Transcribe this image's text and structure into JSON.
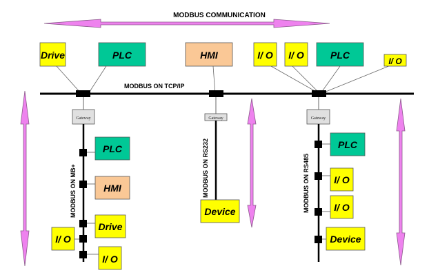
{
  "diagram": {
    "title": "MODBUS COMMUNICATION",
    "backbone_label": "MODBUS ON TCP/IP",
    "colors": {
      "io_drive_device": "#ffff00",
      "plc": "#00c896",
      "hmi": "#fac896",
      "arrow": "#ee82ee",
      "gateway": "#e0e0e0"
    },
    "top_devices": [
      {
        "label": "Drive",
        "type": "yellow"
      },
      {
        "label": "PLC",
        "type": "plc"
      },
      {
        "label": "HMI",
        "type": "hmi"
      },
      {
        "label": "I/ O",
        "type": "yellow"
      },
      {
        "label": "I/ O",
        "type": "yellow"
      },
      {
        "label": "PLC",
        "type": "plc"
      },
      {
        "label": "I/ O",
        "type": "yellow"
      }
    ],
    "gateway_label": "Gateway",
    "branches": [
      {
        "label": "MODBUS ON MB+",
        "devices": [
          {
            "label": "PLC",
            "type": "plc"
          },
          {
            "label": "HMI",
            "type": "hmi"
          },
          {
            "label": "Drive",
            "type": "yellow"
          },
          {
            "label": "I/ O",
            "type": "yellow"
          },
          {
            "label": "I/ O",
            "type": "yellow"
          }
        ]
      },
      {
        "label": "MODBUS ON RS232",
        "devices": [
          {
            "label": "Device",
            "type": "yellow"
          }
        ]
      },
      {
        "label": "MODBUS ON RS485",
        "devices": [
          {
            "label": "PLC",
            "type": "plc"
          },
          {
            "label": "I/ O",
            "type": "yellow"
          },
          {
            "label": "I/ O",
            "type": "yellow"
          },
          {
            "label": "Device",
            "type": "yellow"
          }
        ]
      }
    ]
  }
}
